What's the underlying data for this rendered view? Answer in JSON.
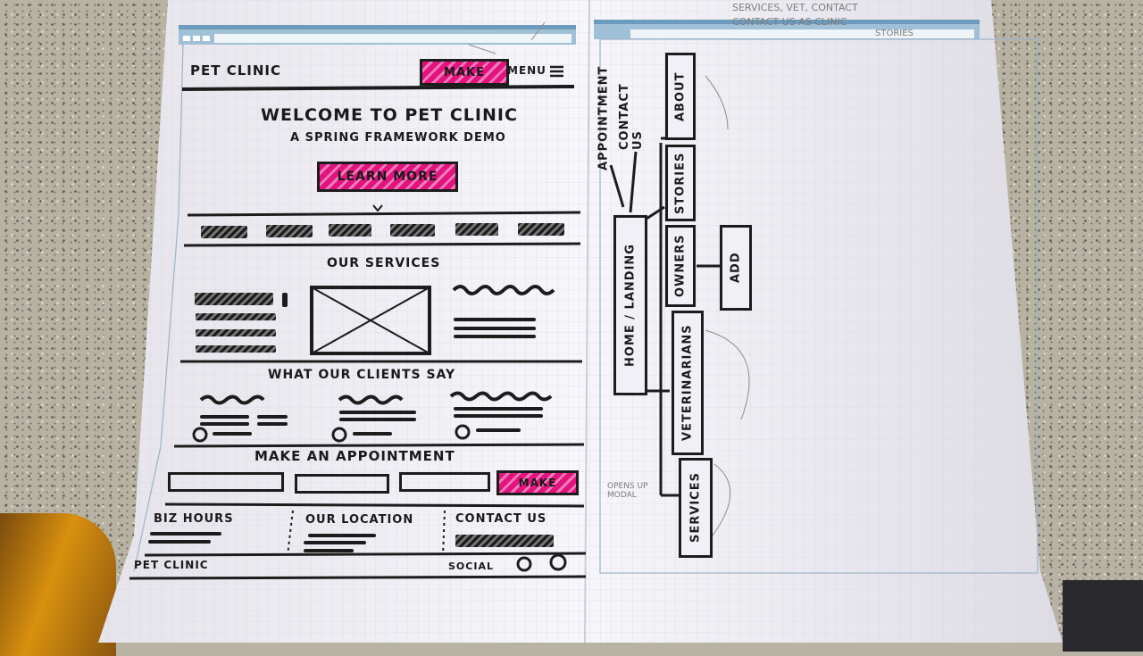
{
  "left_sheet": {
    "logo": "PET CLINIC",
    "nav_button": "MAKE",
    "menu_label": "MENU",
    "hero_title": "WELCOME TO PET CLINIC",
    "hero_subtitle": "A SPRING FRAMEWORK DEMO",
    "hero_button": "LEARN MORE",
    "services_title": "OUR SERVICES",
    "testimonials_title": "WHAT OUR CLIENTS SAY",
    "appointment_title": "MAKE AN APPOINTMENT",
    "appointment_button": "MAKE",
    "footer_col1": "BIZ HOURS",
    "footer_col2": "OUR LOCATION",
    "footer_col3": "CONTACT US",
    "footer_brand": "PET CLINIC",
    "footer_social": "SOCIAL"
  },
  "right_sheet": {
    "nodes": {
      "home": "HOME / LANDING",
      "appointment": "APPOINTMENT",
      "contact": "CONTACT US",
      "about": "ABOUT",
      "stories": "STORIES",
      "owners": "OWNERS",
      "add": "ADD",
      "veterinarians": "VETERINARIANS",
      "services": "SERVICES"
    },
    "pencil_note": "OPENS UP MODAL",
    "top_notes": [
      "SERVICES, VET, CONTACT",
      "CONTACT US AS CLINIC",
      "STORIES"
    ]
  },
  "colors": {
    "accent": "#e2127e",
    "ink": "#1c1c1c",
    "paper": "#f3f1f6"
  }
}
